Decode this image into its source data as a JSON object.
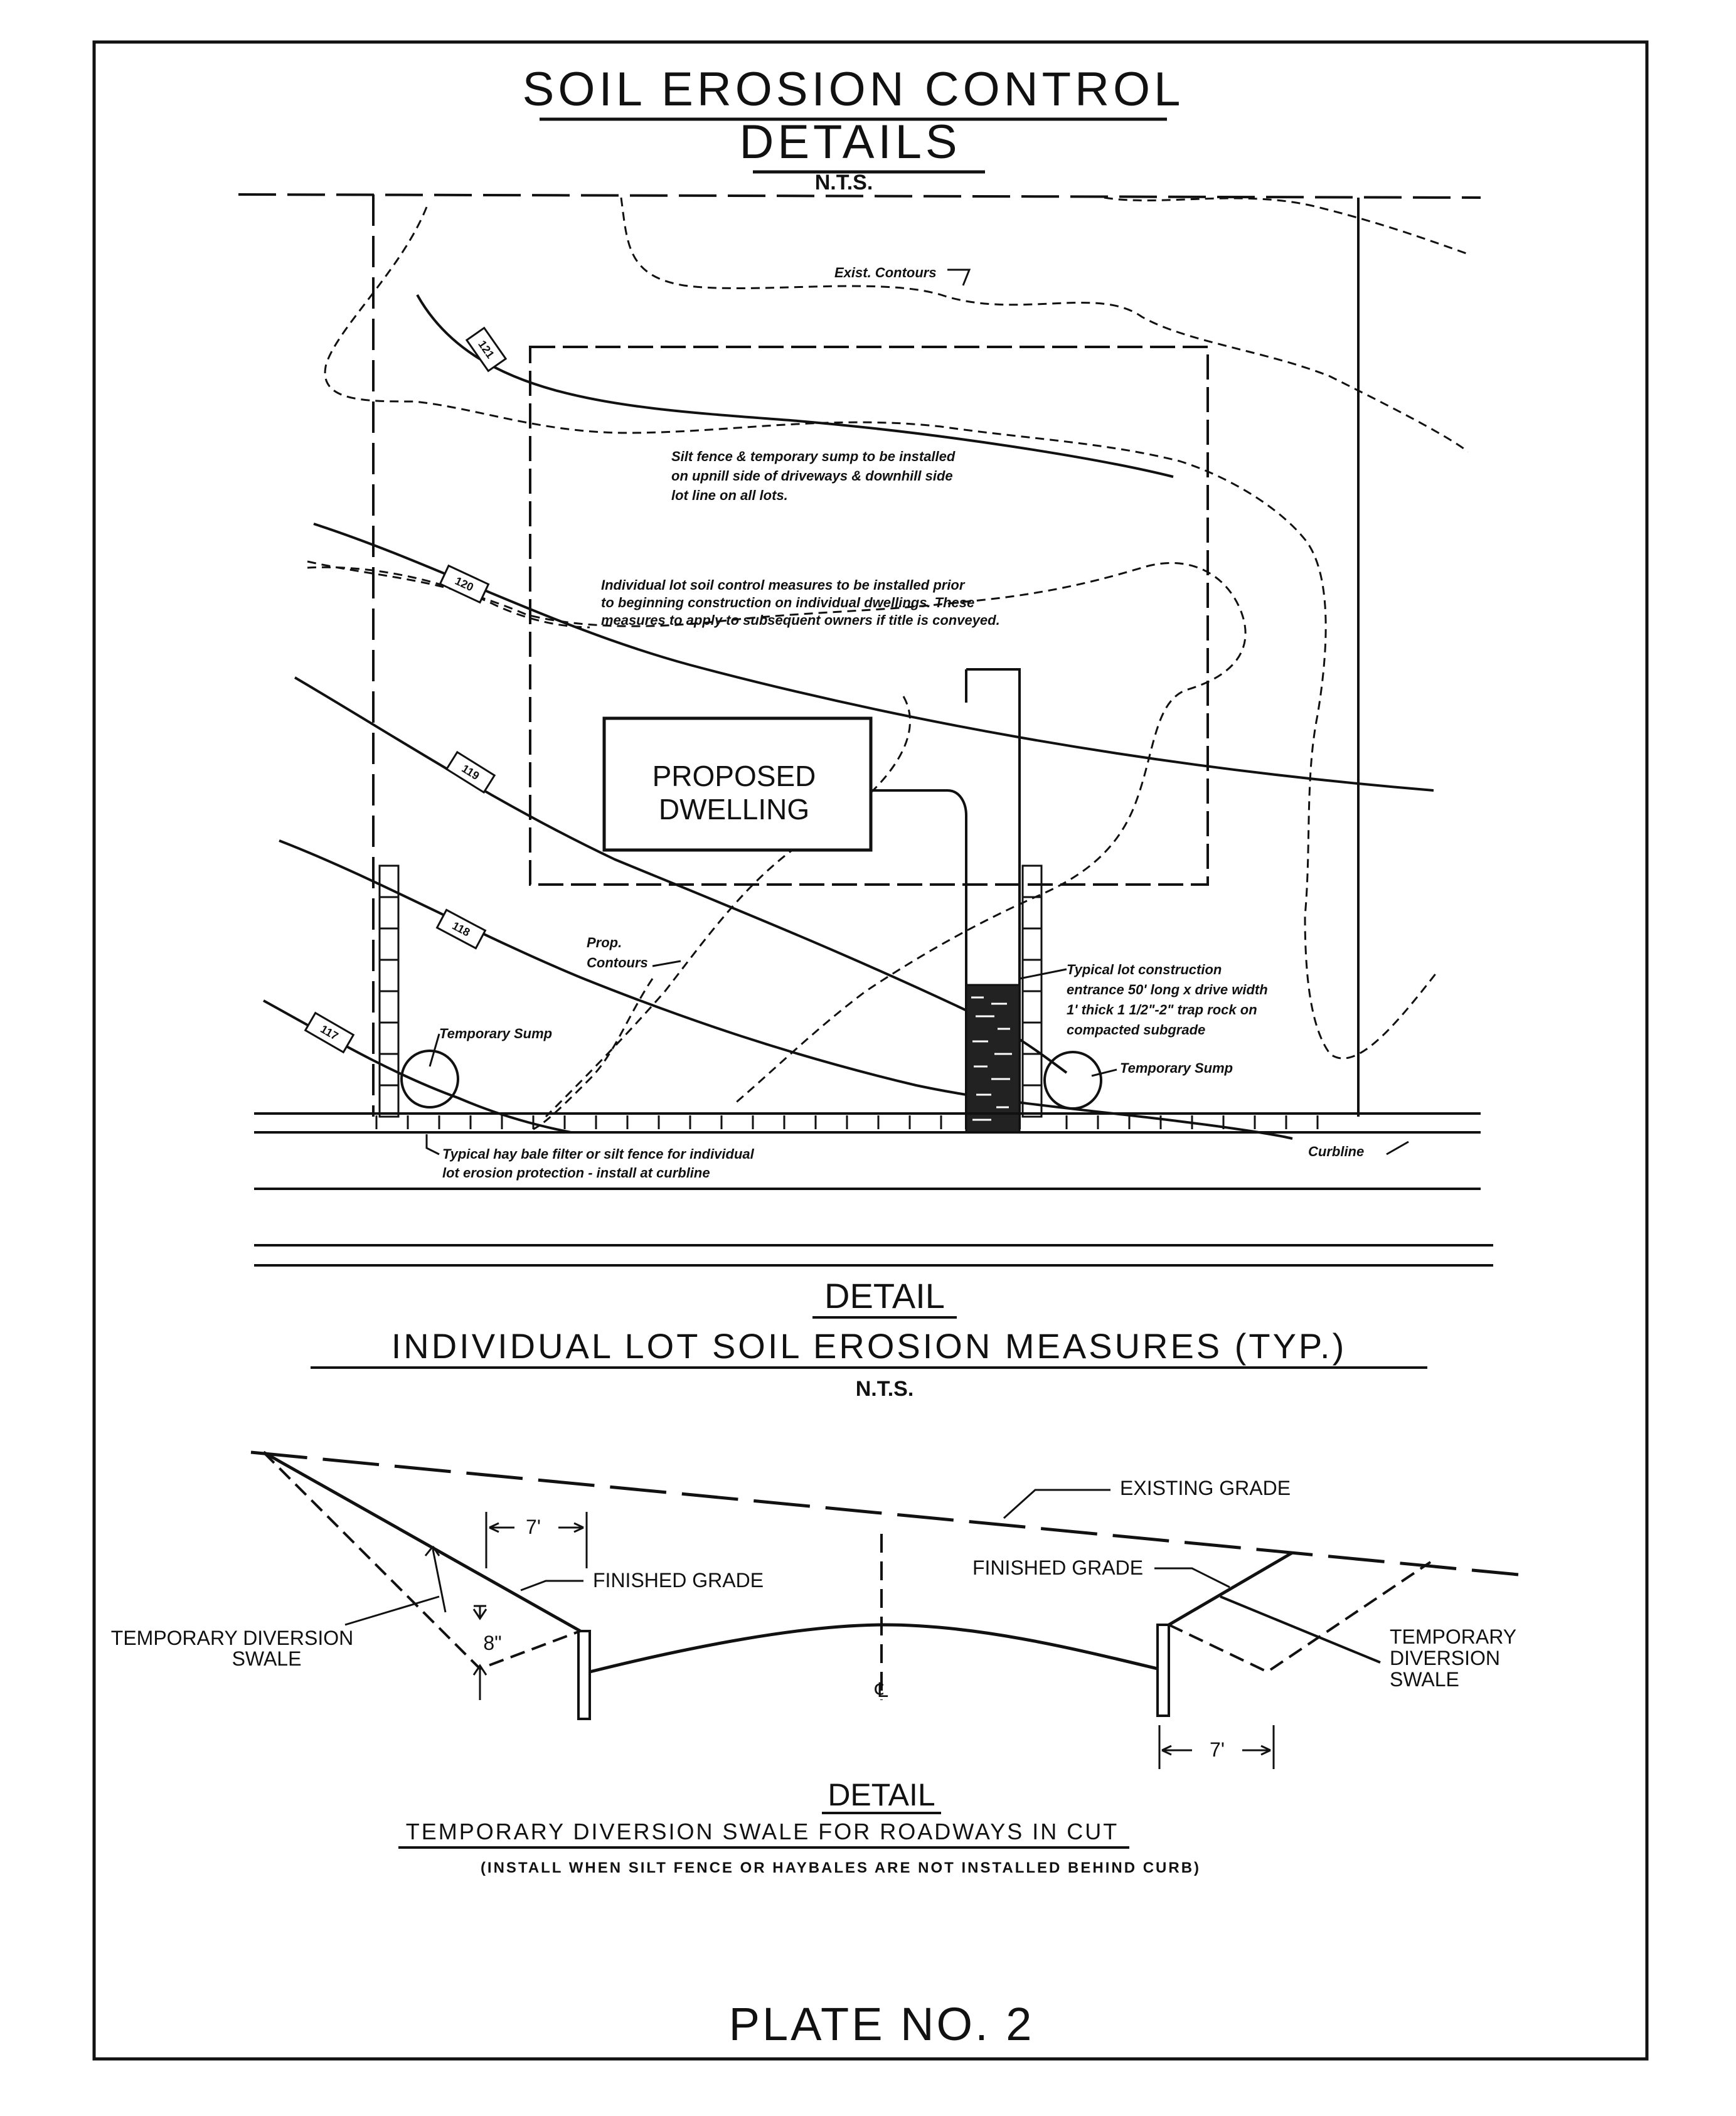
{
  "plate": {
    "title_line1": "SOIL EROSION CONTROL",
    "title_line2": "DETAILS",
    "scale_top": "N.T.S.",
    "plate_number": "PLATE NO. 2"
  },
  "plan_view": {
    "existing_contours_label": "Exist. Contours",
    "contour_labels": [
      "121",
      "120",
      "119",
      "118",
      "117"
    ],
    "note_silt_fence": [
      "Silt fence & temporary sump to be installed",
      "on upnill side of driveways & downhill side",
      "lot line on all lots."
    ],
    "note_individual": [
      "Individual lot soil control measures to be installed prior",
      "to beginning construction on individual dwellings. These",
      "measures to apply to subsequent owners if title is conveyed."
    ],
    "dwelling_label_line1": "PROPOSED",
    "dwelling_label_line2": "DWELLING",
    "prop_contours_line1": "Prop.",
    "prop_contours_line2": "Contours",
    "temporary_sump_left": "Temporary Sump",
    "temporary_sump_right": "Temporary Sump",
    "note_entrance": [
      "Typical lot construction",
      "entrance 50' long x drive width",
      "1' thick 1 1/2\"-2\" trap rock on",
      "compacted subgrade"
    ],
    "note_hay_bale": [
      "Typical hay bale filter or silt fence for individual",
      "lot erosion protection - install at curbline"
    ],
    "curbline_label": "Curbline"
  },
  "detail_lot": {
    "heading": "DETAIL",
    "title": "INDIVIDUAL LOT SOIL EROSION MEASURES (TYP.)",
    "scale": "N.T.S."
  },
  "section_view": {
    "existing_grade": "EXISTING GRADE",
    "finished_grade_left": "FINISHED GRADE",
    "finished_grade_right": "FINISHED GRADE",
    "swale_left_line1": "TEMPORARY DIVERSION",
    "swale_left_line2": "SWALE",
    "swale_right_line1": "TEMPORARY",
    "swale_right_line2": "DIVERSION",
    "swale_right_line3": "SWALE",
    "dim_top_left": "7'",
    "dim_depth": "8\"",
    "dim_bottom_right": "7'",
    "centerline": "℄"
  },
  "detail_swale": {
    "heading": "DETAIL",
    "title": "TEMPORARY DIVERSION SWALE FOR ROADWAYS IN CUT",
    "note": "(INSTALL WHEN SILT FENCE OR HAYBALES ARE NOT INSTALLED BEHIND CURB)"
  }
}
